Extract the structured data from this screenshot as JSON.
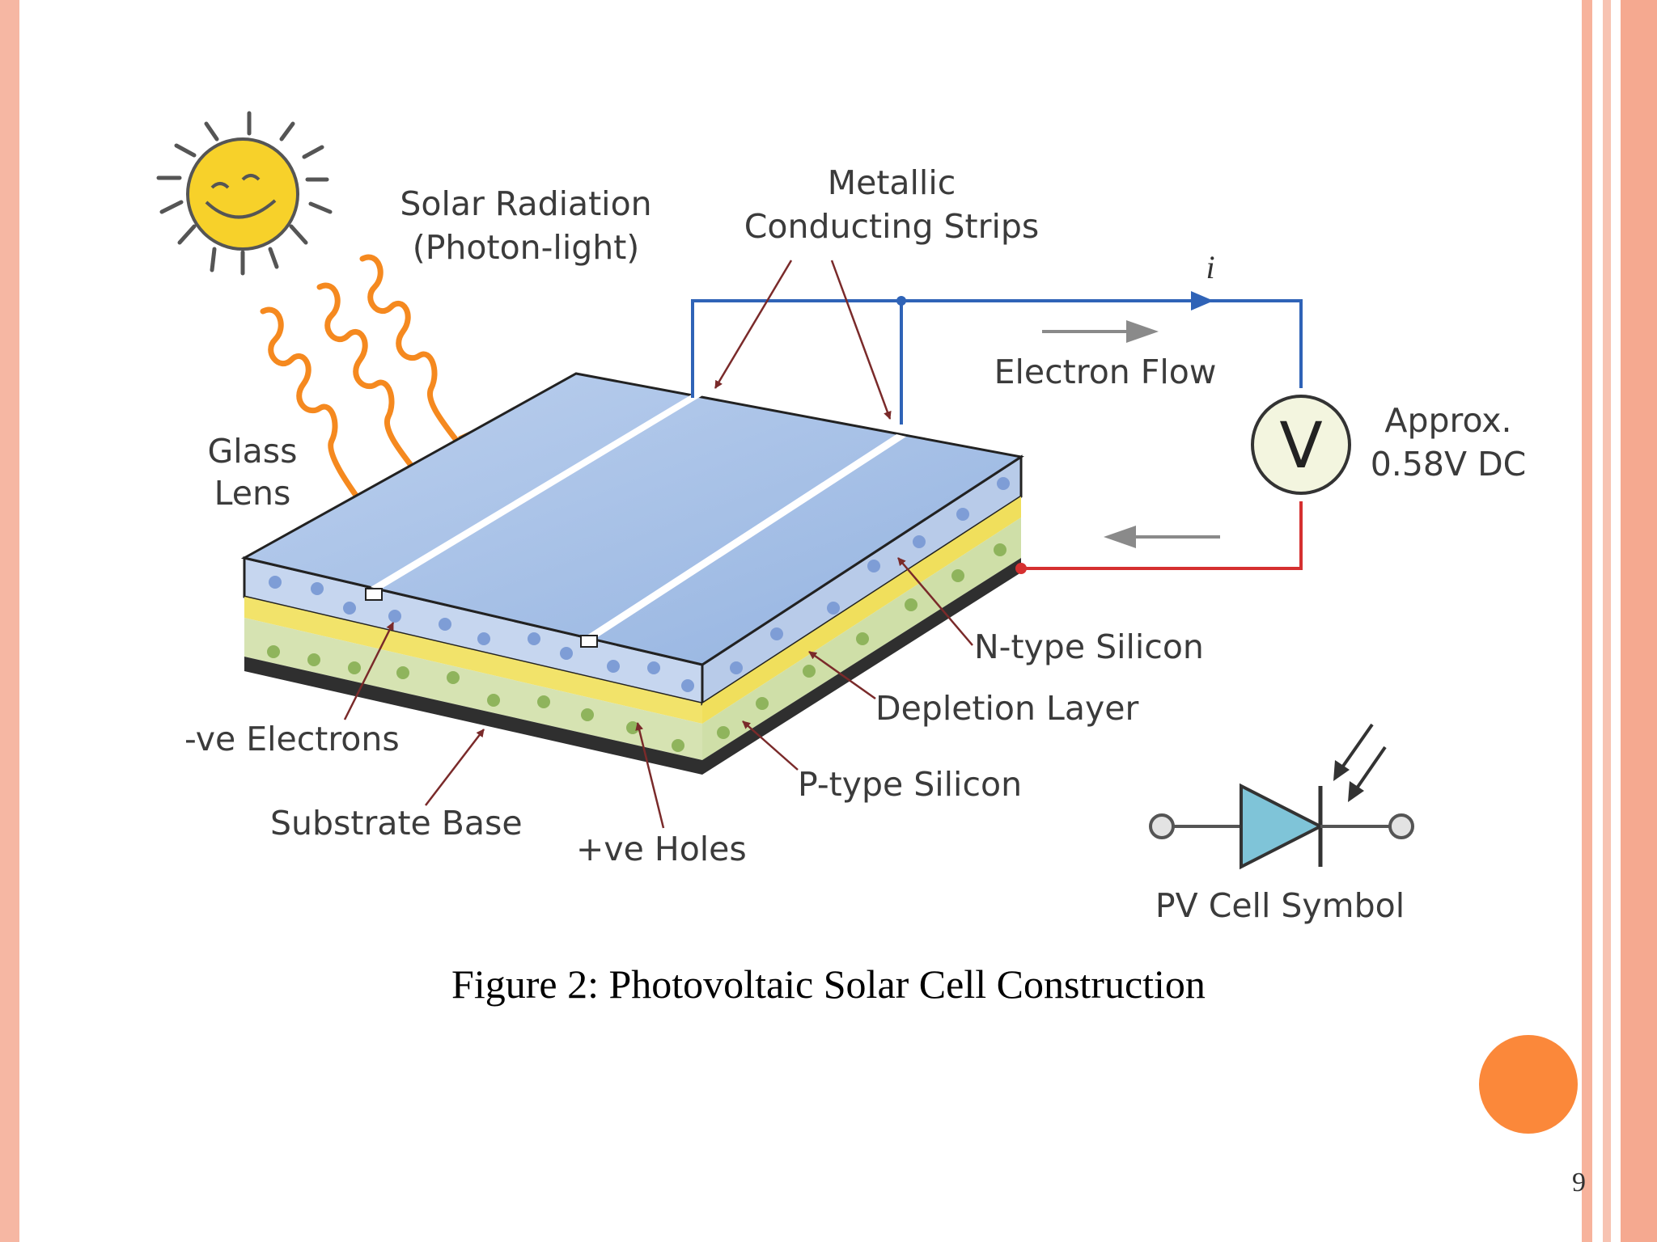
{
  "diagram": {
    "labels": {
      "solar_radiation_1": "Solar Radiation",
      "solar_radiation_2": "(Photon-light)",
      "metallic_1": "Metallic",
      "metallic_2": "Conducting Strips",
      "current": "i",
      "electron_flow": "Electron Flow",
      "glass_1": "Glass",
      "glass_2": "Lens",
      "voltmeter": "V",
      "approx_1": "Approx.",
      "approx_2": "0.58V DC",
      "n_type": "N-type Silicon",
      "depletion": "Depletion Layer",
      "p_type": "P-type Silicon",
      "electrons": "-ve Electrons",
      "substrate": "Substrate Base",
      "holes": "+ve Holes",
      "pv_symbol": "PV Cell Symbol"
    },
    "colors": {
      "sun": "#f7d12a",
      "sun_outline": "#555555",
      "photon_arrows": "#f5891f",
      "glass_top": "#a9c3e6",
      "n_layer": "#c6d6ef",
      "depletion_layer": "#f2e36a",
      "p_layer": "#d6e3b2",
      "substrate": "#2f2f2f",
      "circuit_positive": "#2f63b7",
      "circuit_negative": "#d53030",
      "pv_symbol_fill": "#7fc4d8"
    }
  },
  "caption": "Figure 2: Photovoltaic Solar Cell Construction",
  "page_number": "9"
}
